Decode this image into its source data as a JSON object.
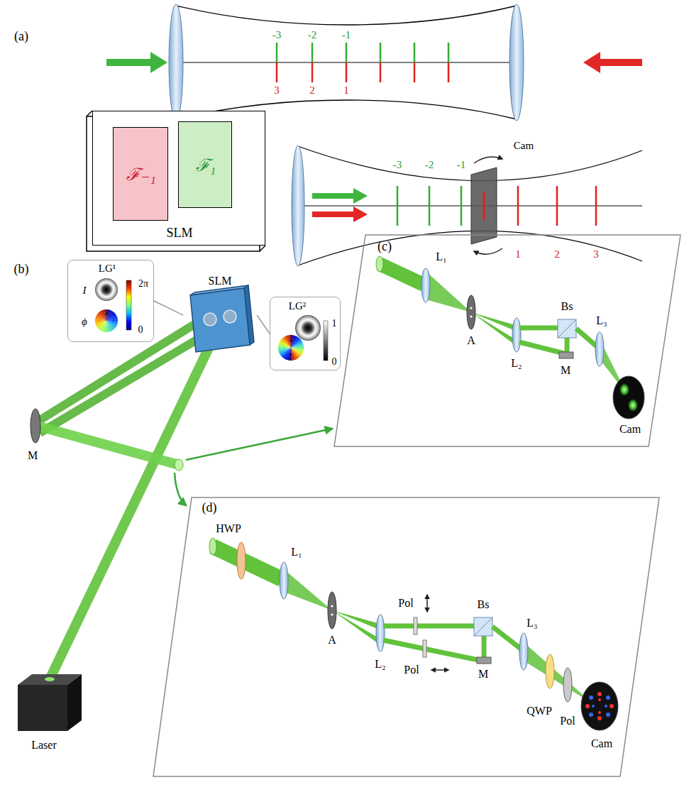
{
  "diagram": {
    "nodes": [
      {
        "text": [
          "SLM"
        ]
      },
      {
        "text": [
          "ℱ₋₁"
        ],
        "in": 0
      },
      {
        "text": [
          "ℱ₁"
        ],
        "in": 0
      },
      {
        "text": [
          "LG¹",
          "I",
          "ϕ",
          "2π",
          "0"
        ]
      },
      {
        "text": [
          "SLM"
        ]
      },
      {
        "text": [
          "LG²",
          "1",
          "0"
        ]
      },
      {
        "text": [
          "(c)"
        ]
      },
      {
        "text": [
          "(d)"
        ]
      }
    ],
    "edges": [
      {
        "from": 3,
        "to": 4,
        "arrow": "none"
      },
      {
        "from": 5,
        "to": 4,
        "arrow": "none"
      }
    ],
    "labels": [
      "(a)",
      "-3",
      "-2",
      "-1",
      "3",
      "2",
      "1",
      "-3",
      "-2",
      "-1",
      "Cam",
      "1",
      "2",
      "3",
      "(b)",
      "M",
      "Laser",
      "L₁",
      "A",
      "L₂",
      "Bs",
      "M",
      "L₃",
      "Cam",
      "HWP",
      "L₁",
      "A",
      "L₂",
      "Pol",
      "Pol",
      "Bs",
      "M",
      "L₃",
      "QWP",
      "Pol",
      "Cam"
    ]
  }
}
